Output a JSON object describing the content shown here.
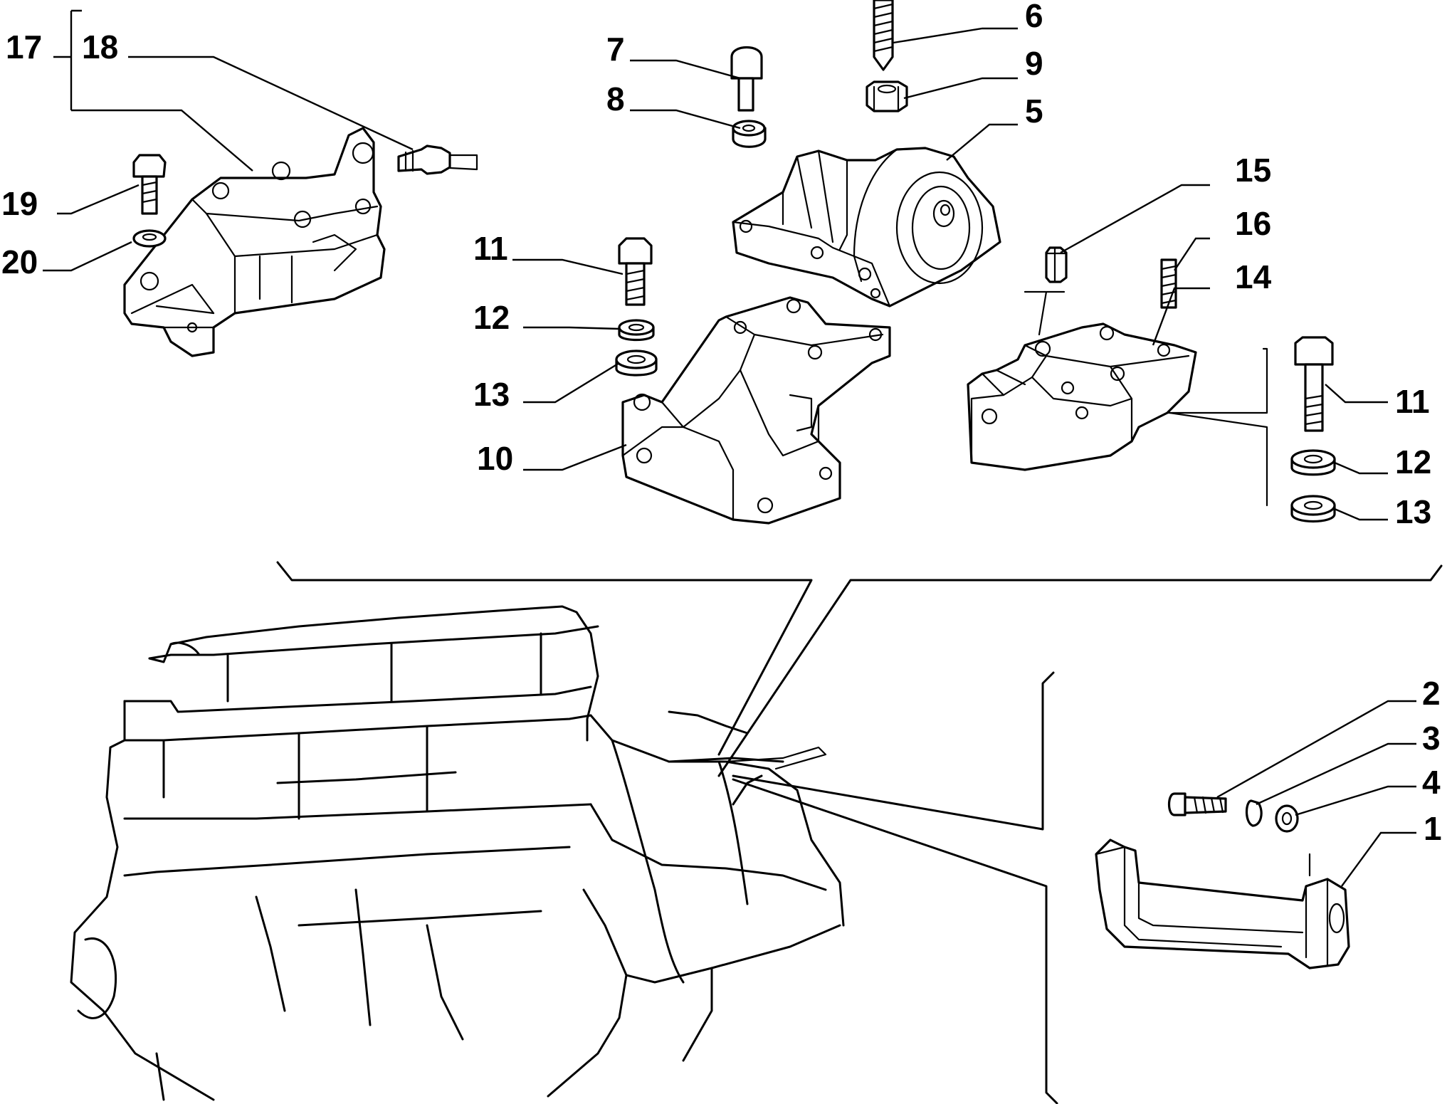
{
  "callouts": {
    "c1": "1",
    "c2": "2",
    "c3": "3",
    "c4": "4",
    "c5": "5",
    "c6": "6",
    "c7": "7",
    "c8": "8",
    "c9": "9",
    "c10": "10",
    "c11a": "11",
    "c11b": "11",
    "c12a": "12",
    "c12b": "12",
    "c13a": "13",
    "c13b": "13",
    "c14": "14",
    "c15": "15",
    "c16": "16",
    "c17": "17",
    "c18": "18",
    "c19": "19",
    "c20": "20"
  }
}
